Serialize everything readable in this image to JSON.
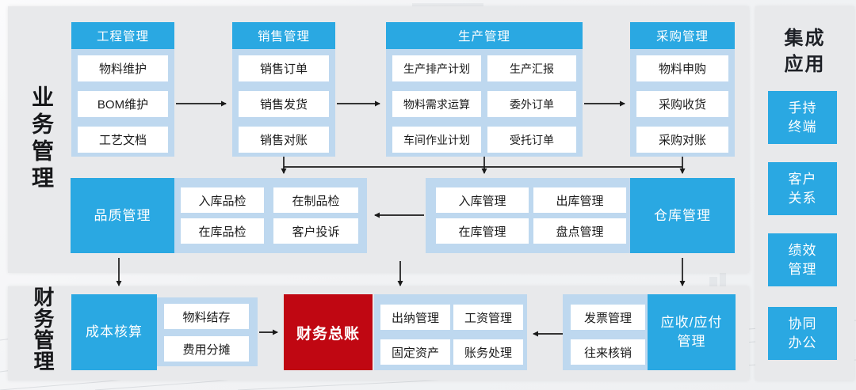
{
  "sections": {
    "business_label": "业务管理",
    "finance_label": "财务管理"
  },
  "columns": [
    {
      "header": "工程管理",
      "items": [
        "物料维护",
        "BOM维护",
        "工艺文档"
      ]
    },
    {
      "header": "销售管理",
      "items": [
        "销售订单",
        "销售发货",
        "销售对账"
      ]
    },
    {
      "header": "生产管理",
      "items_left": [
        "生产排产计划",
        "物料需求运算",
        "车间作业计划"
      ],
      "items_right": [
        "生产汇报",
        "委外订单",
        "受托订单"
      ]
    },
    {
      "header": "采购管理",
      "items": [
        "物料申购",
        "采购收货",
        "采购对账"
      ]
    }
  ],
  "quality": {
    "title": "品质管理",
    "items": [
      "入库品检",
      "在制品检",
      "在库品检",
      "客户投诉"
    ]
  },
  "warehouse": {
    "title": "仓库管理",
    "items": [
      "入库管理",
      "出库管理",
      "在库管理",
      "盘点管理"
    ]
  },
  "cost": {
    "title": "成本核算",
    "items": [
      "物料结存",
      "费用分摊"
    ]
  },
  "ledger": {
    "title": "财务总账"
  },
  "cashier": {
    "items": [
      "出纳管理",
      "工资管理",
      "固定资产",
      "账务处理"
    ]
  },
  "receivable": {
    "title_lines": [
      "应收/应付",
      "管理"
    ],
    "items": [
      "发票管理",
      "往来核销"
    ]
  },
  "integration": {
    "title_lines": [
      "集成",
      "应用"
    ],
    "apps": [
      [
        "手持",
        "终端"
      ],
      [
        "客户",
        "关系"
      ],
      [
        "绩效",
        "管理"
      ],
      [
        "协同",
        "办公"
      ]
    ]
  },
  "colors": {
    "blue": "#2aa8e2",
    "lightblue": "#bed8ef",
    "red": "#c00712",
    "panel": "#e8e9eb",
    "arrow": "#1a1a1a"
  }
}
